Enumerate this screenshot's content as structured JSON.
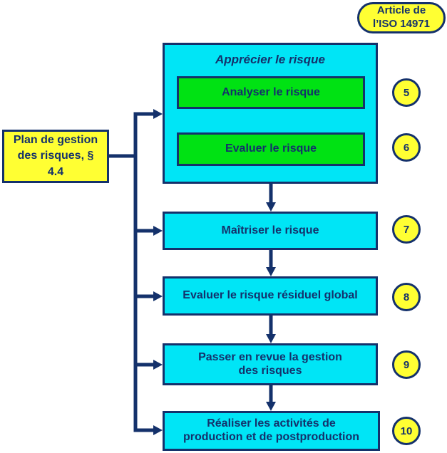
{
  "colors": {
    "navy": "#14316B",
    "yellow": "#FFFF33",
    "cyan": "#00E5F6",
    "green": "#00E213",
    "background": "#FFFFFF"
  },
  "article_badge": {
    "label": "Article de\nl’ISO 14971"
  },
  "plan_box": {
    "label": "Plan de gestion\ndes risques, §\n4.4"
  },
  "group": {
    "title": "Apprécier le risque"
  },
  "steps": [
    {
      "label": "Analyser le risque",
      "number": "5"
    },
    {
      "label": "Evaluer le risque",
      "number": "6"
    },
    {
      "label": "Maîtriser le risque",
      "number": "7"
    },
    {
      "label": "Evaluer le risque résiduel global",
      "number": "8"
    },
    {
      "label": "Passer en revue la gestion\ndes risques",
      "number": "9"
    },
    {
      "label": "Réaliser les activités de\nproduction et de postproduction",
      "number": "10"
    }
  ]
}
